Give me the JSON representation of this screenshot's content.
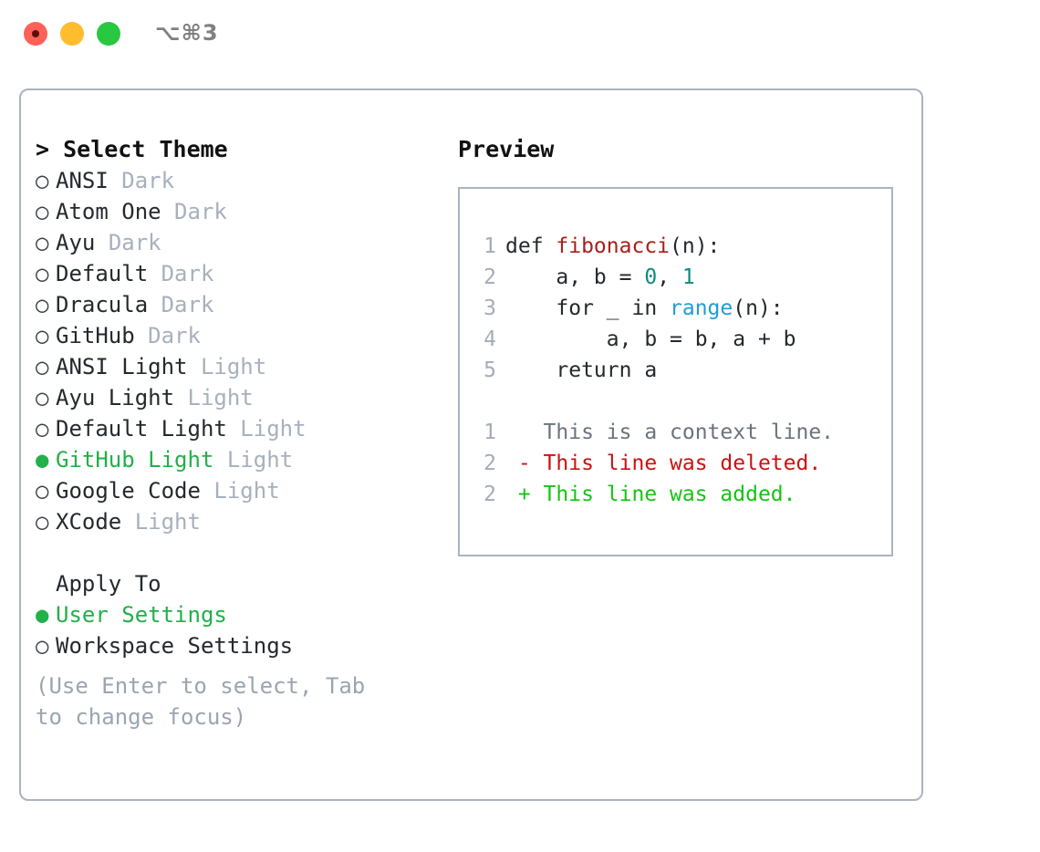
{
  "titlebar": {
    "shortcut": "⌥⌘3",
    "buttons": {
      "close": "close-button",
      "minimize": "minimize-button",
      "zoom": "zoom-button"
    }
  },
  "theme_picker": {
    "heading": "> Select Theme",
    "caret": ">",
    "bullet_unselected": "○",
    "bullet_selected": "●",
    "items": [
      {
        "name": "ANSI",
        "variant": "Dark",
        "selected": false
      },
      {
        "name": "Atom One",
        "variant": "Dark",
        "selected": false
      },
      {
        "name": "Ayu",
        "variant": "Dark",
        "selected": false
      },
      {
        "name": "Default",
        "variant": "Dark",
        "selected": false
      },
      {
        "name": "Dracula",
        "variant": "Dark",
        "selected": false
      },
      {
        "name": "GitHub",
        "variant": "Dark",
        "selected": false
      },
      {
        "name": "ANSI Light",
        "variant": "Light",
        "selected": false
      },
      {
        "name": "Ayu Light",
        "variant": "Light",
        "selected": false
      },
      {
        "name": "Default Light",
        "variant": "Light",
        "selected": false
      },
      {
        "name": "GitHub Light",
        "variant": "Light",
        "selected": true
      },
      {
        "name": "Google Code",
        "variant": "Light",
        "selected": false
      },
      {
        "name": "XCode",
        "variant": "Light",
        "selected": false
      }
    ]
  },
  "apply_to": {
    "heading": "Apply To",
    "options": [
      {
        "label": "User Settings",
        "selected": true
      },
      {
        "label": "Workspace Settings",
        "selected": false
      }
    ]
  },
  "hint": "(Use Enter to select, Tab to change focus)",
  "preview": {
    "heading": "Preview",
    "code_lines": [
      {
        "num": "1",
        "tokens": [
          {
            "t": "def ",
            "c": "plain"
          },
          {
            "t": "fibonacci",
            "c": "fn"
          },
          {
            "t": "(n):",
            "c": "plain"
          }
        ]
      },
      {
        "num": "2",
        "tokens": [
          {
            "t": "    a, b = ",
            "c": "plain"
          },
          {
            "t": "0",
            "c": "num"
          },
          {
            "t": ", ",
            "c": "plain"
          },
          {
            "t": "1",
            "c": "num"
          }
        ]
      },
      {
        "num": "3",
        "tokens": [
          {
            "t": "    for _ in ",
            "c": "plain"
          },
          {
            "t": "range",
            "c": "call"
          },
          {
            "t": "(n):",
            "c": "plain"
          }
        ]
      },
      {
        "num": "4",
        "tokens": [
          {
            "t": "        a, b = b, a + b",
            "c": "plain"
          }
        ]
      },
      {
        "num": "5",
        "tokens": [
          {
            "t": "    return a",
            "c": "plain"
          }
        ]
      }
    ],
    "diff_lines": [
      {
        "num": "1",
        "marker": "  ",
        "text": "This is a context line.",
        "kind": "gray"
      },
      {
        "num": "2",
        "marker": "- ",
        "text": "This line was deleted.",
        "kind": "del"
      },
      {
        "num": "2",
        "marker": "+ ",
        "text": "This line was added.",
        "kind": "add"
      }
    ]
  },
  "colors": {
    "accent_green": "#22b04a",
    "muted": "#a8b0bd",
    "hint": "#9aa5b1",
    "border": "#aab3c0",
    "code_fn": "#a8201a",
    "code_num": "#0f8b7e",
    "code_call": "#1f9cd8",
    "diff_del": "#cc1111",
    "diff_add": "#15c415",
    "traffic_close": "#ff6058",
    "traffic_min": "#ffbd2e",
    "traffic_zoom": "#28c840"
  }
}
